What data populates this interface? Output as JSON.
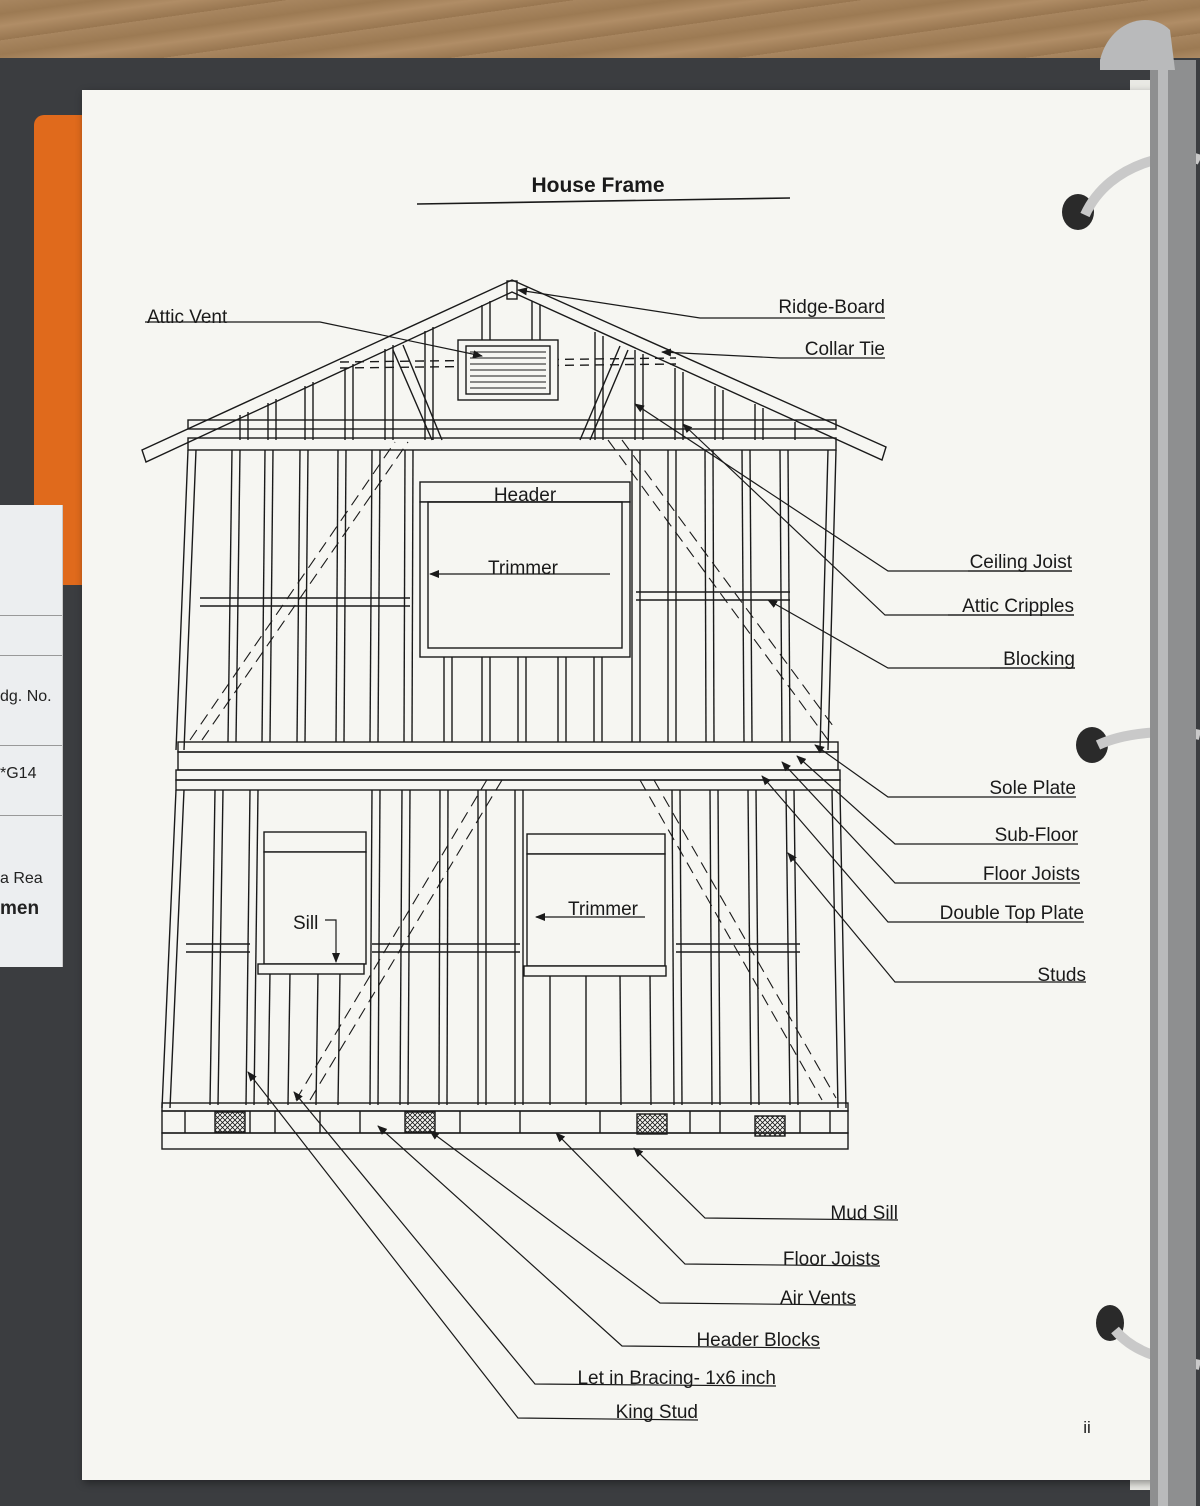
{
  "title": "House Frame",
  "page_number": "ii",
  "background_sheet": {
    "line1": "dg. No.",
    "line2": "*G14",
    "line3": "a Rea",
    "line4": "men"
  },
  "labels": {
    "attic_vent": "Attic Vent",
    "ridge_board": "Ridge-Board",
    "collar_tie": "Collar Tie",
    "header": "Header",
    "trimmer_upper": "Trimmer",
    "trimmer_lower": "Trimmer",
    "sill": "Sill",
    "ceiling_joist": "Ceiling Joist",
    "attic_cripples": "Attic Cripples",
    "blocking": "Blocking",
    "sole_plate": "Sole Plate",
    "sub_floor": "Sub-Floor",
    "floor_joists_right": "Floor Joists",
    "double_top_plate": "Double Top Plate",
    "studs": "Studs",
    "mud_sill": "Mud Sill",
    "floor_joists_bottom": "Floor Joists",
    "air_vents": "Air Vents",
    "header_blocks": "Header Blocks",
    "let_in_bracing": "Let in Bracing- 1x6 inch",
    "king_stud": "King Stud"
  },
  "colors": {
    "ink": "#1a1a1a",
    "paper": "#f6f6f2",
    "binder": "#3b3d40",
    "tab": "#e06a1c"
  }
}
